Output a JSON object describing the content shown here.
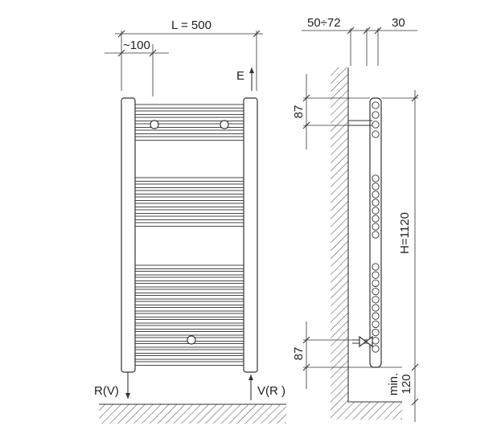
{
  "front_view": {
    "width_label": "L = 500",
    "offset_label": "~100",
    "vent_label": "E",
    "left_pipe_label": "R(V)",
    "right_pipe_label": "V(R )"
  },
  "side_view": {
    "wall_distance_label": "50÷72",
    "depth_label": "30",
    "top_bracket_label": "87",
    "bottom_bracket_label": "87",
    "height_label": "H=1120",
    "min_label": "min.",
    "floor_clearance_label": "120"
  }
}
